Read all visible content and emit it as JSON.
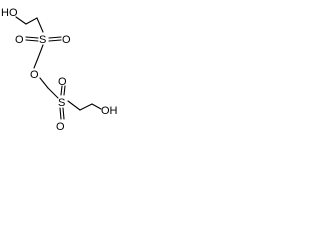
{
  "molecule": {
    "atoms": {
      "ho_top": "HO",
      "s_top": "S",
      "o_top_left": "O",
      "o_top_right": "O",
      "o_ether": "O",
      "s_bottom": "S",
      "o_bottom_left": "O",
      "o_bottom_right": "O",
      "oh_bottom": "OH"
    },
    "colors": {
      "bond": "#000000",
      "text": "#000000",
      "background": "#ffffff"
    }
  }
}
